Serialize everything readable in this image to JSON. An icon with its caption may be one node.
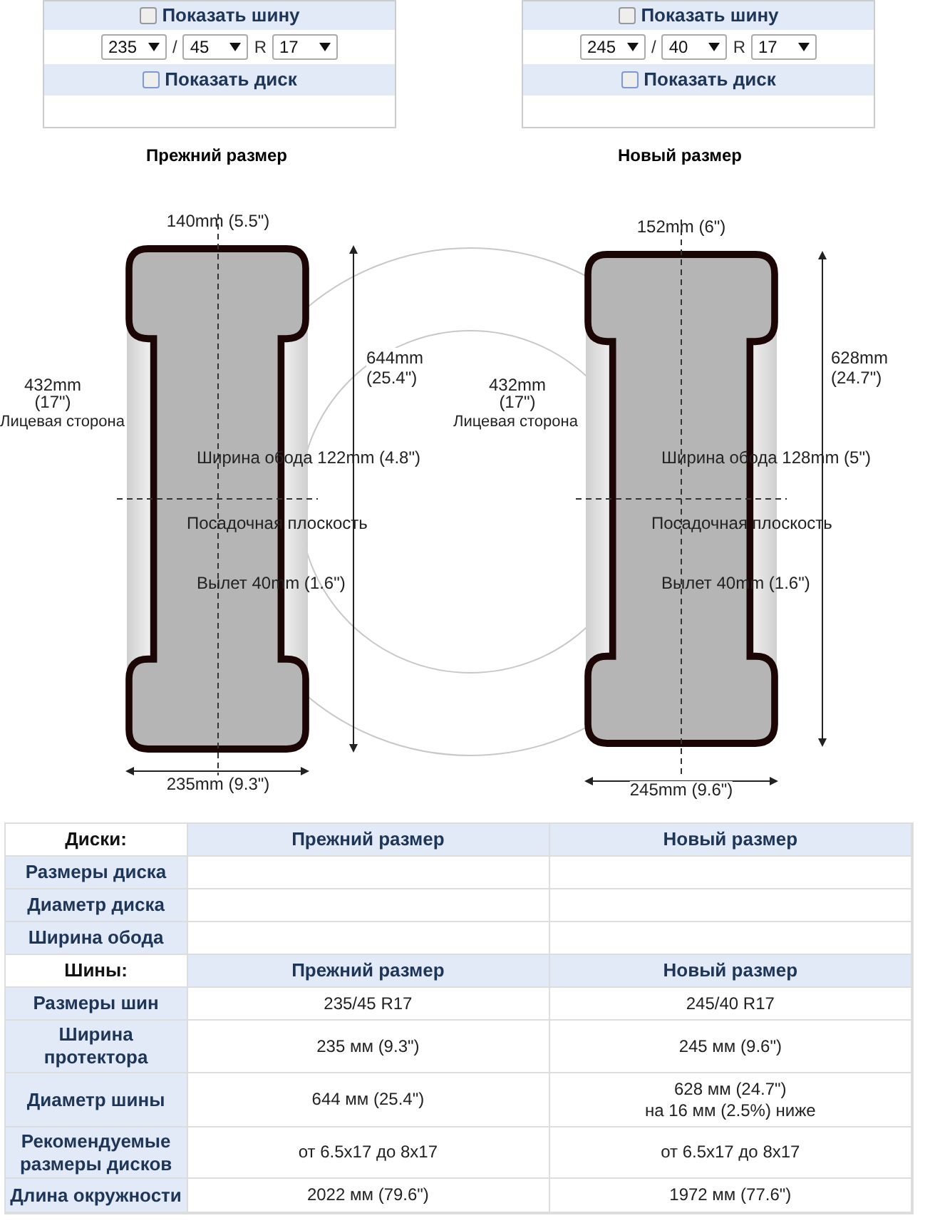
{
  "diagram": {
    "nodes": [
      {
        "text": [
          "Показать шину",
          "235",
          "/",
          "45",
          "R",
          "17",
          "Показать диск"
        ]
      },
      {
        "text": [
          "Показать шину",
          "245",
          "/",
          "40",
          "R",
          "17",
          "Показать диск"
        ]
      },
      {
        "text": [
          "Ширина обода 122mm (4.8\")",
          "Посадочная плоскость",
          "Вылет 40mm (1.6\")"
        ],
        "beside": [
          "140mm (5.5\")",
          "644mm (25.4\")",
          "235mm (9.3\")",
          "432mm (17\")",
          "Лицевая сторона"
        ]
      },
      {
        "text": [
          "Ширина обода  128mm (5\")",
          "Посадочная плоскость",
          "Вылет 40mm (1.6\")"
        ],
        "beside": [
          "152mm (6\")",
          "628mm (24.7\")",
          "245mm (9.6\")",
          "432mm (17\")",
          "Лицевая сторона"
        ]
      }
    ],
    "labels": [
      "Прежний размер",
      "Новый размер",
      "Диски:",
      "Прежний размер",
      "Новый размер",
      "Размеры диска",
      "Диаметр диска",
      "Ширина обода",
      "Шины:",
      "Прежний размер",
      "Новый размер",
      "Размеры шин",
      "235/45 R17",
      "245/40 R17",
      "Ширина протектора",
      "235 мм (9.3\")",
      "245 мм (9.6\")",
      "Диаметр шины",
      "644 мм (25.4\")",
      "628 мм (24.7\")",
      "на 16 мм (2.5%) ниже",
      "Рекомендуемые размеры дисков",
      "от 6.5x17 до 8x17",
      "от 6.5x17 до 8x17",
      "Длина окружности",
      "2022 мм (79.6\")",
      "1972 мм (77.6\")"
    ]
  }
}
